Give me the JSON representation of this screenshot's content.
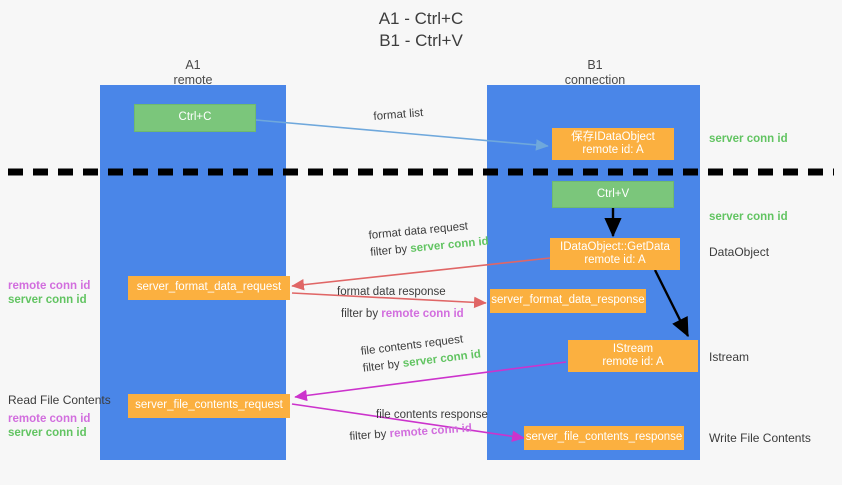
{
  "title": "A1 - Ctrl+C\nB1 - Ctrl+V",
  "colors": {
    "lane": "#4a86e8",
    "green_box": "#7bc67b",
    "orange_box": "#fbb040",
    "server_conn": "#62c462",
    "remote_conn": "#d26ede",
    "red_arrow": "#e06666",
    "magenta_arrow": "#cc33cc",
    "blue_arrow": "#6fa8dc",
    "black_arrow": "#000000",
    "background": "#f7f7f7"
  },
  "lanes": [
    {
      "name": "A1",
      "sub": "remote"
    },
    {
      "name": "B1",
      "sub": "connection"
    }
  ],
  "boxes": {
    "ctrl_c": {
      "line1": "Ctrl+C",
      "line2": ""
    },
    "save_idataobject": {
      "line1": "保存IDataObject",
      "line2": "remote id: A"
    },
    "ctrl_v": {
      "line1": "Ctrl+V",
      "line2": ""
    },
    "getdata": {
      "line1": "IDataObject::GetData",
      "line2": "remote id: A"
    },
    "server_format_data_request": {
      "line1": "server_format_data_request",
      "line2": ""
    },
    "server_format_data_response": {
      "line1": "server_format_data_response",
      "line2": ""
    },
    "istream": {
      "line1": "IStream",
      "line2": "remote id: A"
    },
    "server_file_contents_request": {
      "line1": "server_file_contents_request",
      "line2": ""
    },
    "server_file_contents_response": {
      "line1": "server_file_contents_response",
      "line2": ""
    }
  },
  "edge_labels": {
    "format_list": "format list",
    "format_data_request": "format data request",
    "format_data_request_filter_prefix": "filter by ",
    "format_data_request_filter_value": "server conn id",
    "format_data_response": "format data response",
    "format_data_response_filter_prefix": "filter by ",
    "format_data_response_filter_value": "remote conn id",
    "file_contents_request": "file contents request",
    "file_contents_request_filter_prefix": "filter by ",
    "file_contents_request_filter_value": "server conn id",
    "file_contents_response": "file contents response",
    "file_contents_response_filter_prefix": "filter by ",
    "file_contents_response_filter_value": "remote conn id"
  },
  "right_notes": {
    "server_conn_id_1": "server conn id",
    "server_conn_id_2": "server conn id",
    "dataobject": "DataObject",
    "istream": "Istream",
    "write_file_contents": "Write File Contents"
  },
  "left_notes": {
    "remote_conn_id_1": "remote conn id",
    "server_conn_id_1": "server conn id",
    "read_file_contents": "Read File Contents",
    "remote_conn_id_2": "remote conn id",
    "server_conn_id_2": "server conn id"
  }
}
